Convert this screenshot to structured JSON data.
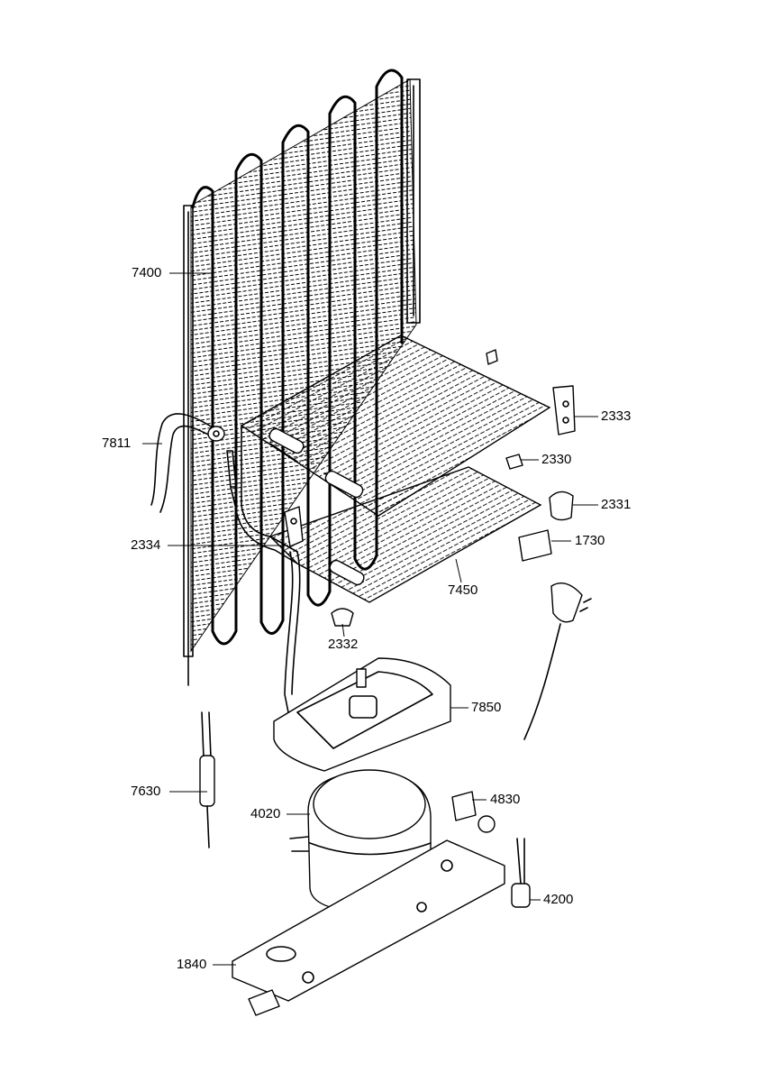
{
  "diagram": {
    "callouts": [
      {
        "id": "7400",
        "label": "7400"
      },
      {
        "id": "7811",
        "label": "7811"
      },
      {
        "id": "2334",
        "label": "2334"
      },
      {
        "id": "7450",
        "label": "7450"
      },
      {
        "id": "2332",
        "label": "2332"
      },
      {
        "id": "2333",
        "label": "2333"
      },
      {
        "id": "2330",
        "label": "2330"
      },
      {
        "id": "2331",
        "label": "2331"
      },
      {
        "id": "1730",
        "label": "1730"
      },
      {
        "id": "7850",
        "label": "7850"
      },
      {
        "id": "7630",
        "label": "7630"
      },
      {
        "id": "4020",
        "label": "4020"
      },
      {
        "id": "4830",
        "label": "4830"
      },
      {
        "id": "4200",
        "label": "4200"
      },
      {
        "id": "1840",
        "label": "1840"
      }
    ]
  }
}
